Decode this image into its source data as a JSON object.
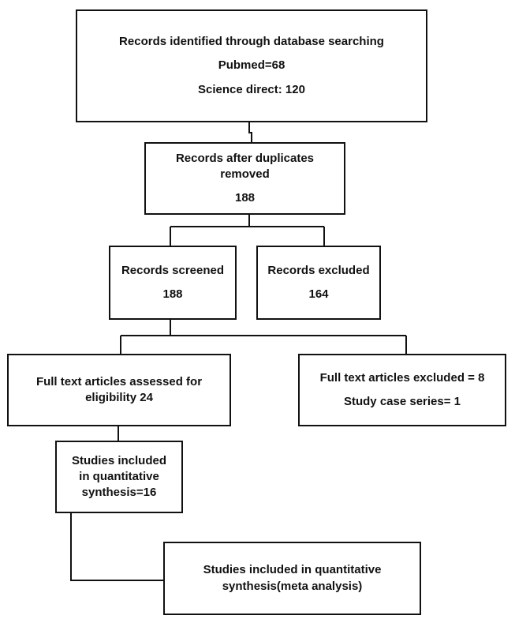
{
  "boxes": {
    "identified": {
      "title": "Records identified through database searching",
      "line2": "Pubmed=68",
      "line3": "Science direct: 120"
    },
    "duplicates": {
      "line1": "Records after duplicates",
      "line2": "removed",
      "value": "188"
    },
    "screened": {
      "title": "Records screened",
      "value": "188"
    },
    "excluded": {
      "title": "Records excluded",
      "value": "164"
    },
    "fulltext_assessed": {
      "line1": "Full text articles assessed for",
      "line2": "eligibility 24"
    },
    "fulltext_excluded": {
      "line1": "Full text articles excluded = 8",
      "line2": "Study case series= 1"
    },
    "qualitative": {
      "line1": "Studies included",
      "line2": "in quantitative",
      "line3": "synthesis=16"
    },
    "meta": {
      "line1": "Studies included in quantitative",
      "line2": "synthesis(meta analysis)"
    }
  },
  "colors": {
    "line": "#111111",
    "box_fill": "#ffffff"
  }
}
